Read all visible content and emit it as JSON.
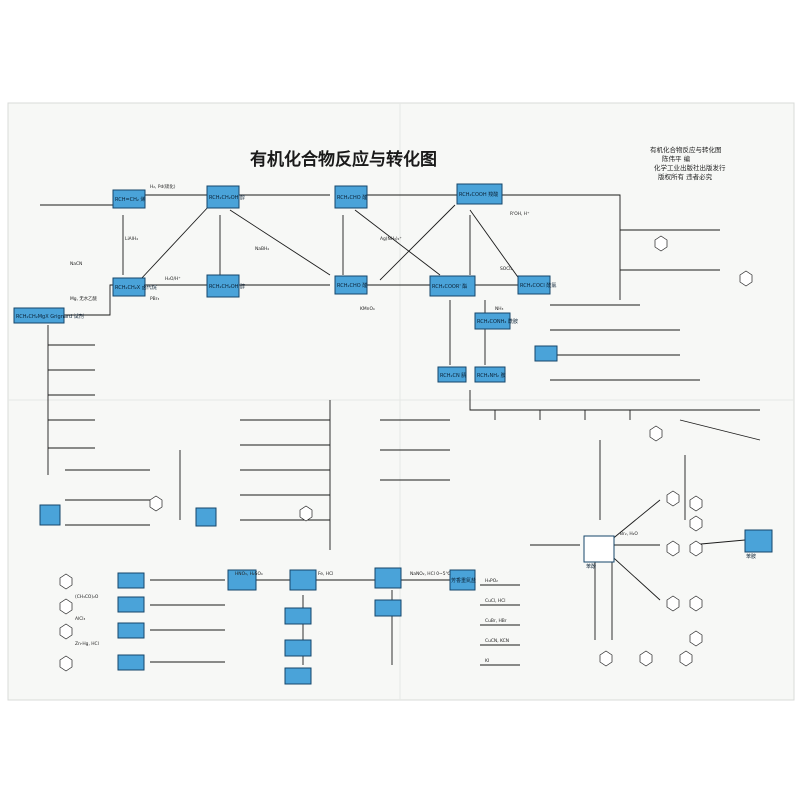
{
  "title": "有机化合物反应与转化图",
  "publisher_info": [
    "有机化合物反应与转化图",
    "陈伟平  编",
    "化学工业出版社出版发行",
    "版权所有  违者必究"
  ],
  "compounds": [
    "RCH₂CH₂MgX Grignard 试剂",
    "RCH=CH₂ 烯",
    "RCH₂CH₂X 卤代烷",
    "RCH₂CH₂OH 醇",
    "RCH₂CHO 醛",
    "RCH₂COOH 羧酸",
    "RCH₂COOR' 酯",
    "RCH₂COCl 酰氯",
    "RCH₂CONH₂ 酰胺",
    "RCH₂CN 腈",
    "RCH₂NH₂ 胺",
    "芳香重氮盐",
    "苯酚",
    "苯胺"
  ],
  "reactions": [
    "H₂, Pd(硫化)",
    "LiAlH₄",
    "H₂O/H⁺",
    "NaCN",
    "SOCl₂",
    "NH₃",
    "KMnO₄",
    "HNO₃, H₂SO₄",
    "Fe, HCl",
    "NaNO₂, HCl 0~5℃",
    "H₃PO₂",
    "CuCl, HCl",
    "CuBr, HBr",
    "CuCN, KCN",
    "KI",
    "Br₂, H₂O",
    "(CH₃CO)₂O",
    "AlCl₃",
    "Zn-Hg, HCl",
    "NaBH₄",
    "Ag(NH₃)₂⁺",
    "R'OH, H⁺",
    "PBr₃",
    "Mg, 无水乙醚"
  ]
}
